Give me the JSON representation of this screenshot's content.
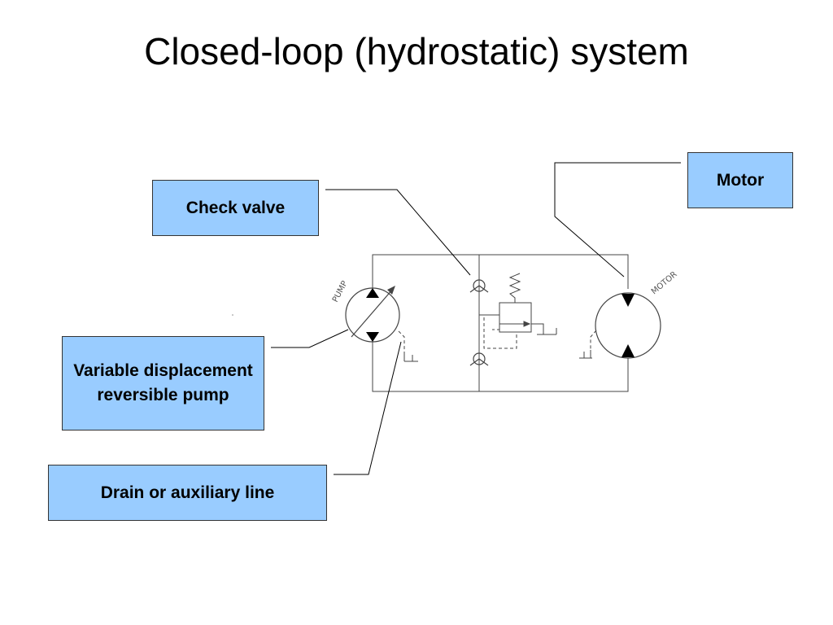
{
  "slide": {
    "title": "Closed-loop (hydrostatic) system"
  },
  "callouts": {
    "check_valve": "Check valve",
    "motor": "Motor",
    "pump": "Variable displacement reversible pump",
    "drain": "Drain or auxiliary line"
  },
  "schematic": {
    "pump_label": "PUMP",
    "motor_label": "MOTOR"
  },
  "colors": {
    "callout_fill": "#99ccff",
    "line": "#333333"
  }
}
